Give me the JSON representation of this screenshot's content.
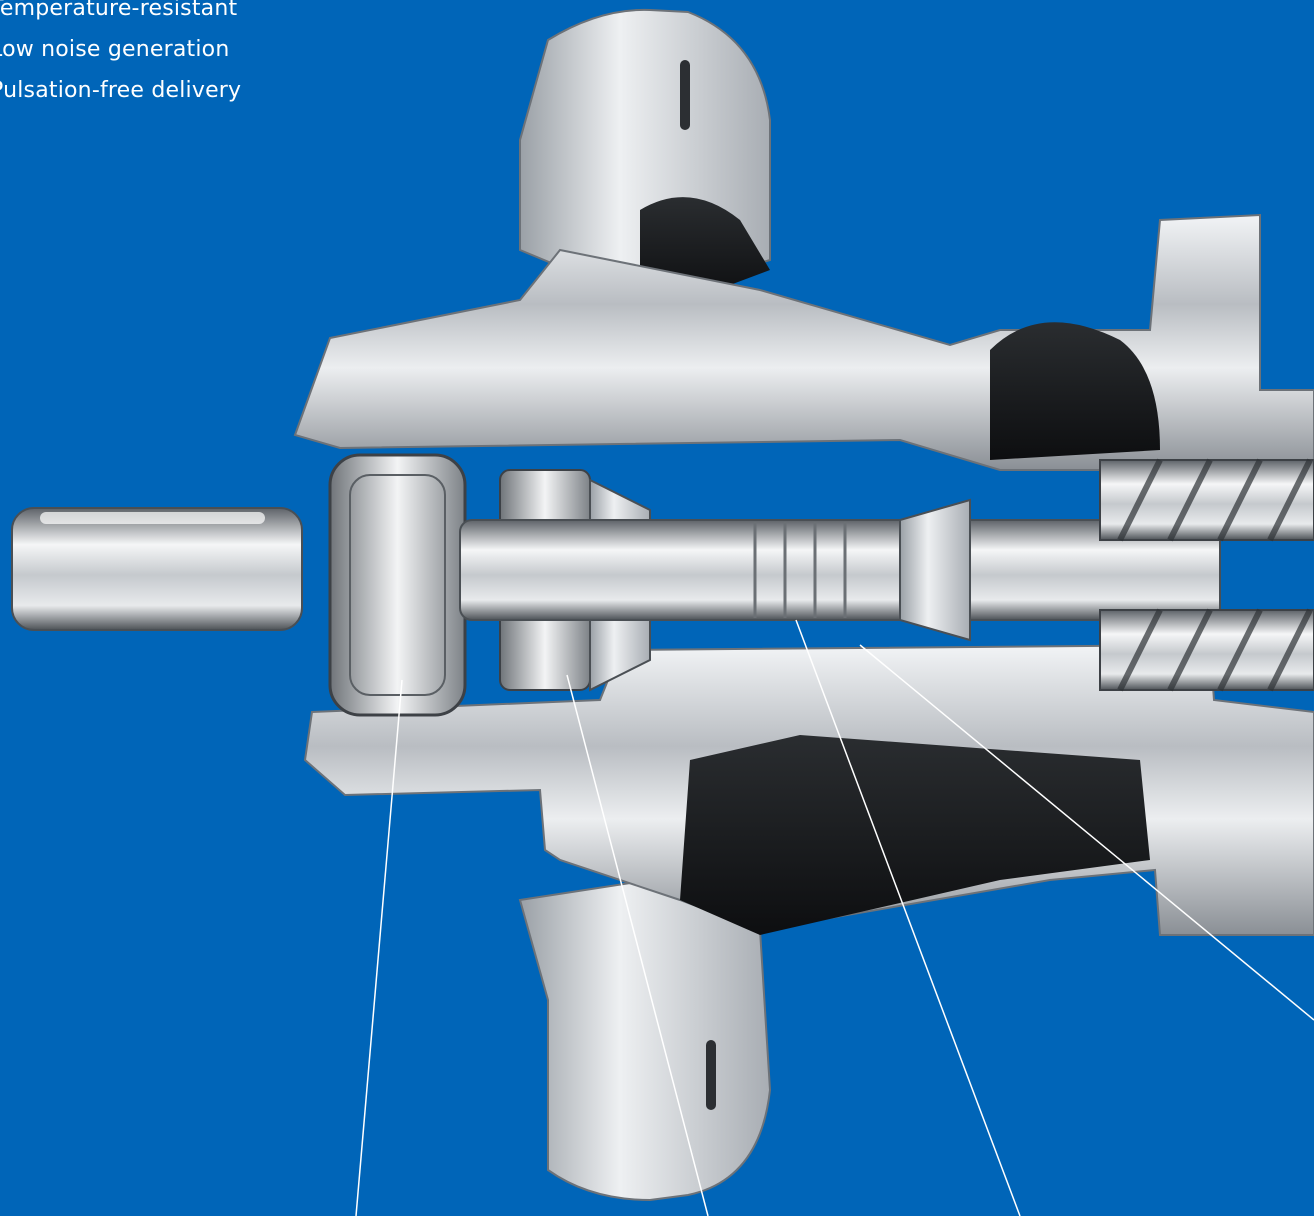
{
  "features": [
    "Temperature-resistant",
    "Low noise generation",
    "Pulsation-free delivery"
  ],
  "colors": {
    "background": "#0065b8",
    "text": "#ffffff",
    "leader_line": "#ffffff"
  }
}
